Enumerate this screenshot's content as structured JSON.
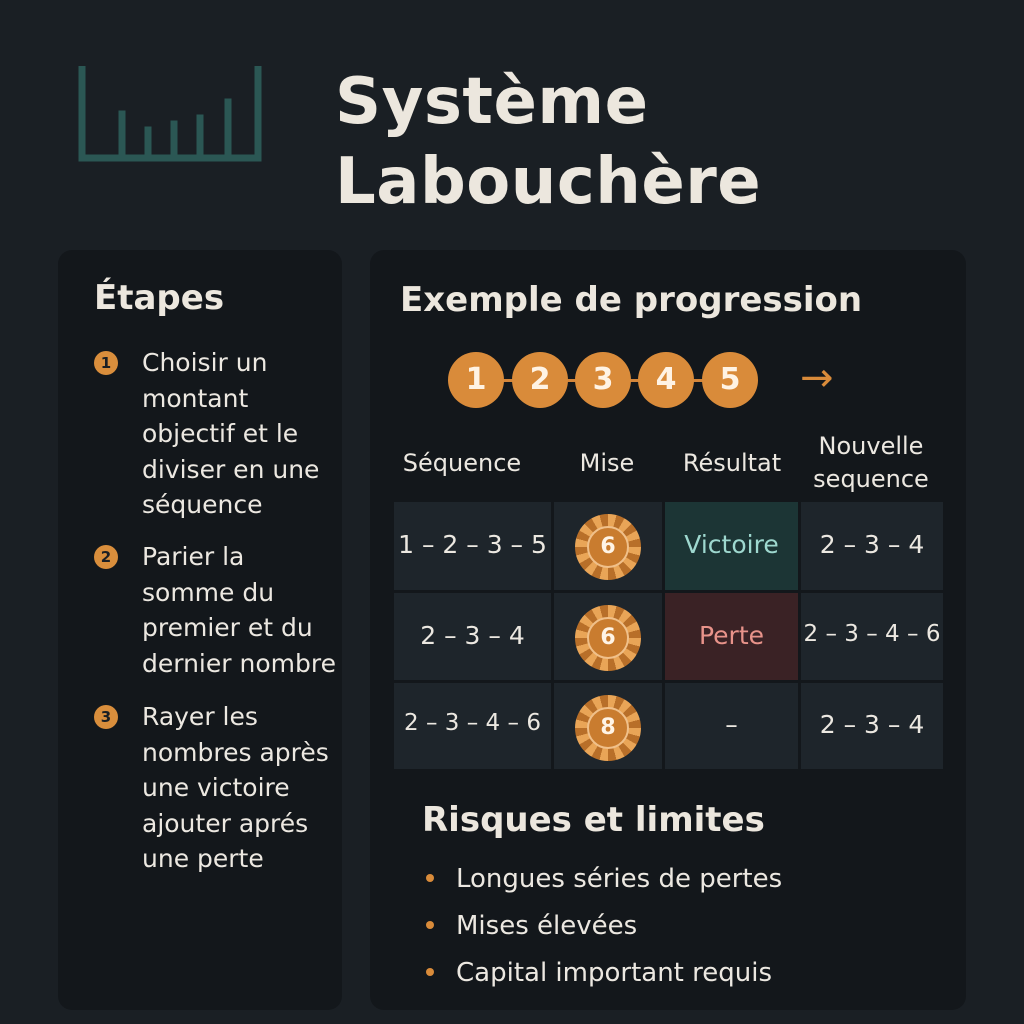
{
  "title": {
    "line1": "Système",
    "line2": "Labouchère"
  },
  "steps": {
    "heading": "Étapes",
    "items": [
      {
        "num": "1",
        "text": "Choisir un montant objectif et le diviser en une séquence"
      },
      {
        "num": "2",
        "text": "Parier la somme du premier et du dernier nombre"
      },
      {
        "num": "3",
        "text": "Rayer les nombres après une victoire ajouter aprés une perte"
      }
    ]
  },
  "progression": {
    "heading": "Exemple de progression",
    "sequence": [
      "1",
      "2",
      "3",
      "4",
      "5"
    ],
    "arrow": "→",
    "table": {
      "headers": [
        "Séquence",
        "Mise",
        "Résultat",
        "Nouvelle sequence"
      ],
      "rows": [
        {
          "sequence": "1 – 2 – 3 – 5",
          "bet": "6",
          "result": "Victoire",
          "new_sequence": "2 – 3 – 4"
        },
        {
          "sequence": "2 – 3 – 4",
          "bet": "6",
          "result": "Perte",
          "new_sequence": "2 – 3 – 4 – 6"
        },
        {
          "sequence": "2 – 3 – 4 – 6",
          "bet": "8",
          "result": "–",
          "new_sequence": "2 – 3 – 4"
        }
      ]
    }
  },
  "risks": {
    "heading": "Risques et limites",
    "items": [
      "Longues séries de pertes",
      "Mises élevées",
      "Capital important requis"
    ]
  },
  "colors": {
    "accent": "#d98b3a",
    "background": "#1a1f24",
    "panel": "#13171b",
    "logo": "#2b5754",
    "victory": "#9ed8cf",
    "loss": "#e8938a"
  },
  "icons": {
    "logo": "bar-chart-logo-icon",
    "arrow": "arrow-right-icon",
    "chip": "casino-chip-icon"
  }
}
